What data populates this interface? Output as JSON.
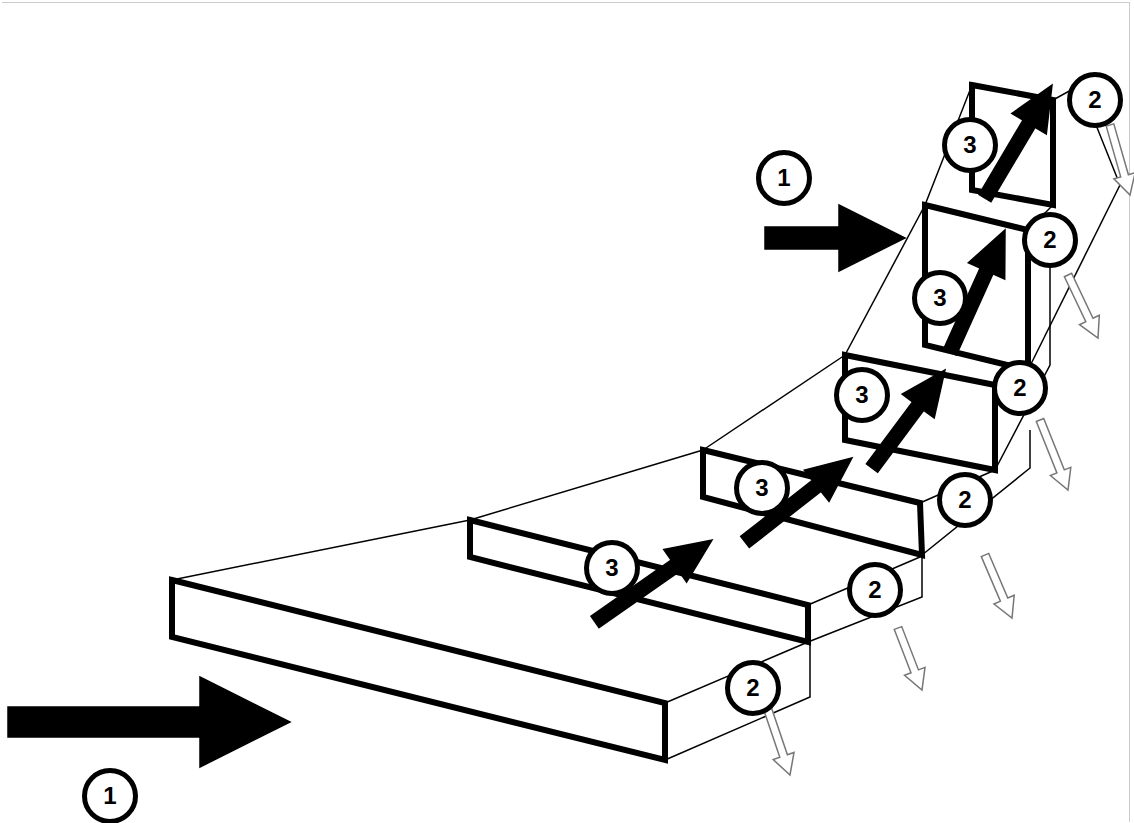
{
  "diagram": {
    "labels": [
      "1",
      "2",
      "3",
      "2",
      "3",
      "2",
      "3",
      "3",
      "2",
      "3",
      "2",
      "2",
      "1"
    ]
  }
}
